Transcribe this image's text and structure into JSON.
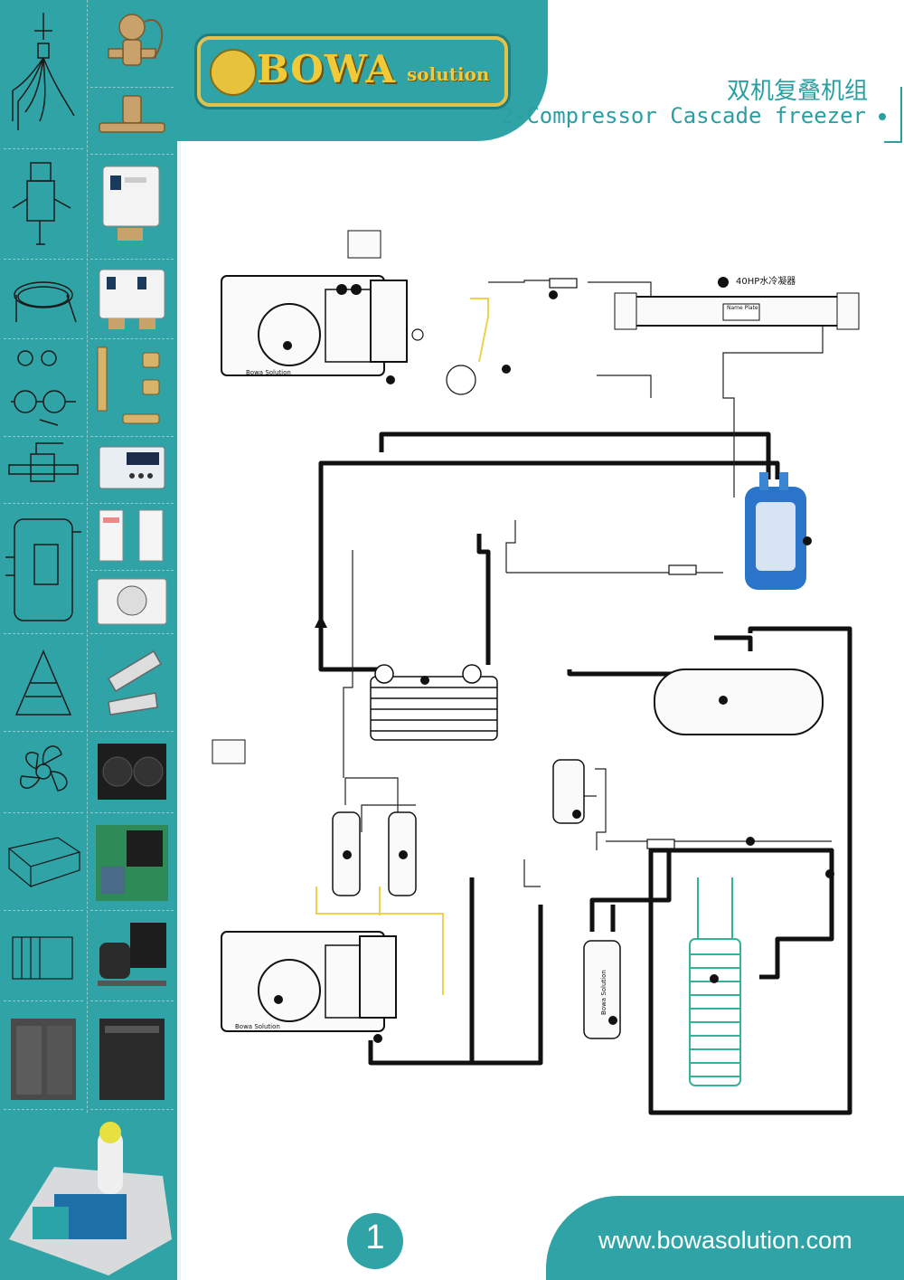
{
  "header": {
    "brand_name": "BOWA",
    "brand_sub": "solution",
    "title_cn": "双机复叠机组",
    "title_en": "2-Compressor Cascade freezer"
  },
  "diagram": {
    "condenser_label": "40HP水冷凝器",
    "nameplate_label": "Name Plate",
    "compressor_brand_top": "Bowa Solution",
    "compressor_brand_bottom": "Bowa Solution",
    "separator_brand": "Bowa Solution"
  },
  "footer": {
    "page_number": "1",
    "website": "www.bowasolution.com"
  },
  "sidebar": {
    "items": [
      "capillary-coil-icon",
      "expansion-valve-icon",
      "solenoid-valve-icon",
      "oil-separator-icon",
      "pressure-switch-icon",
      "capillary-tube-icon",
      "dual-pressure-switch-icon",
      "sight-glass-icon",
      "access-valve-icon",
      "ball-valve-icon",
      "temperature-controller-icon",
      "scroll-compressor-icon",
      "phase-protector-icon",
      "evaporator-icon",
      "cooling-tower-icon",
      "hinge-icon",
      "fan-blade-icon",
      "condenser-coil-icon",
      "air-cooler-icon",
      "condensing-unit-icon",
      "motor-icon",
      "hermetic-unit-icon",
      "cabinet-unit-icon",
      "chiller-icon",
      "cascade-unit-3d-icon"
    ]
  },
  "colors": {
    "teal": "#2fa3a6",
    "gold": "#e3c24a",
    "receiver_blue": "#2a74c9",
    "coil_green": "#35b39a",
    "pipe_yellow": "#f0d24a"
  }
}
